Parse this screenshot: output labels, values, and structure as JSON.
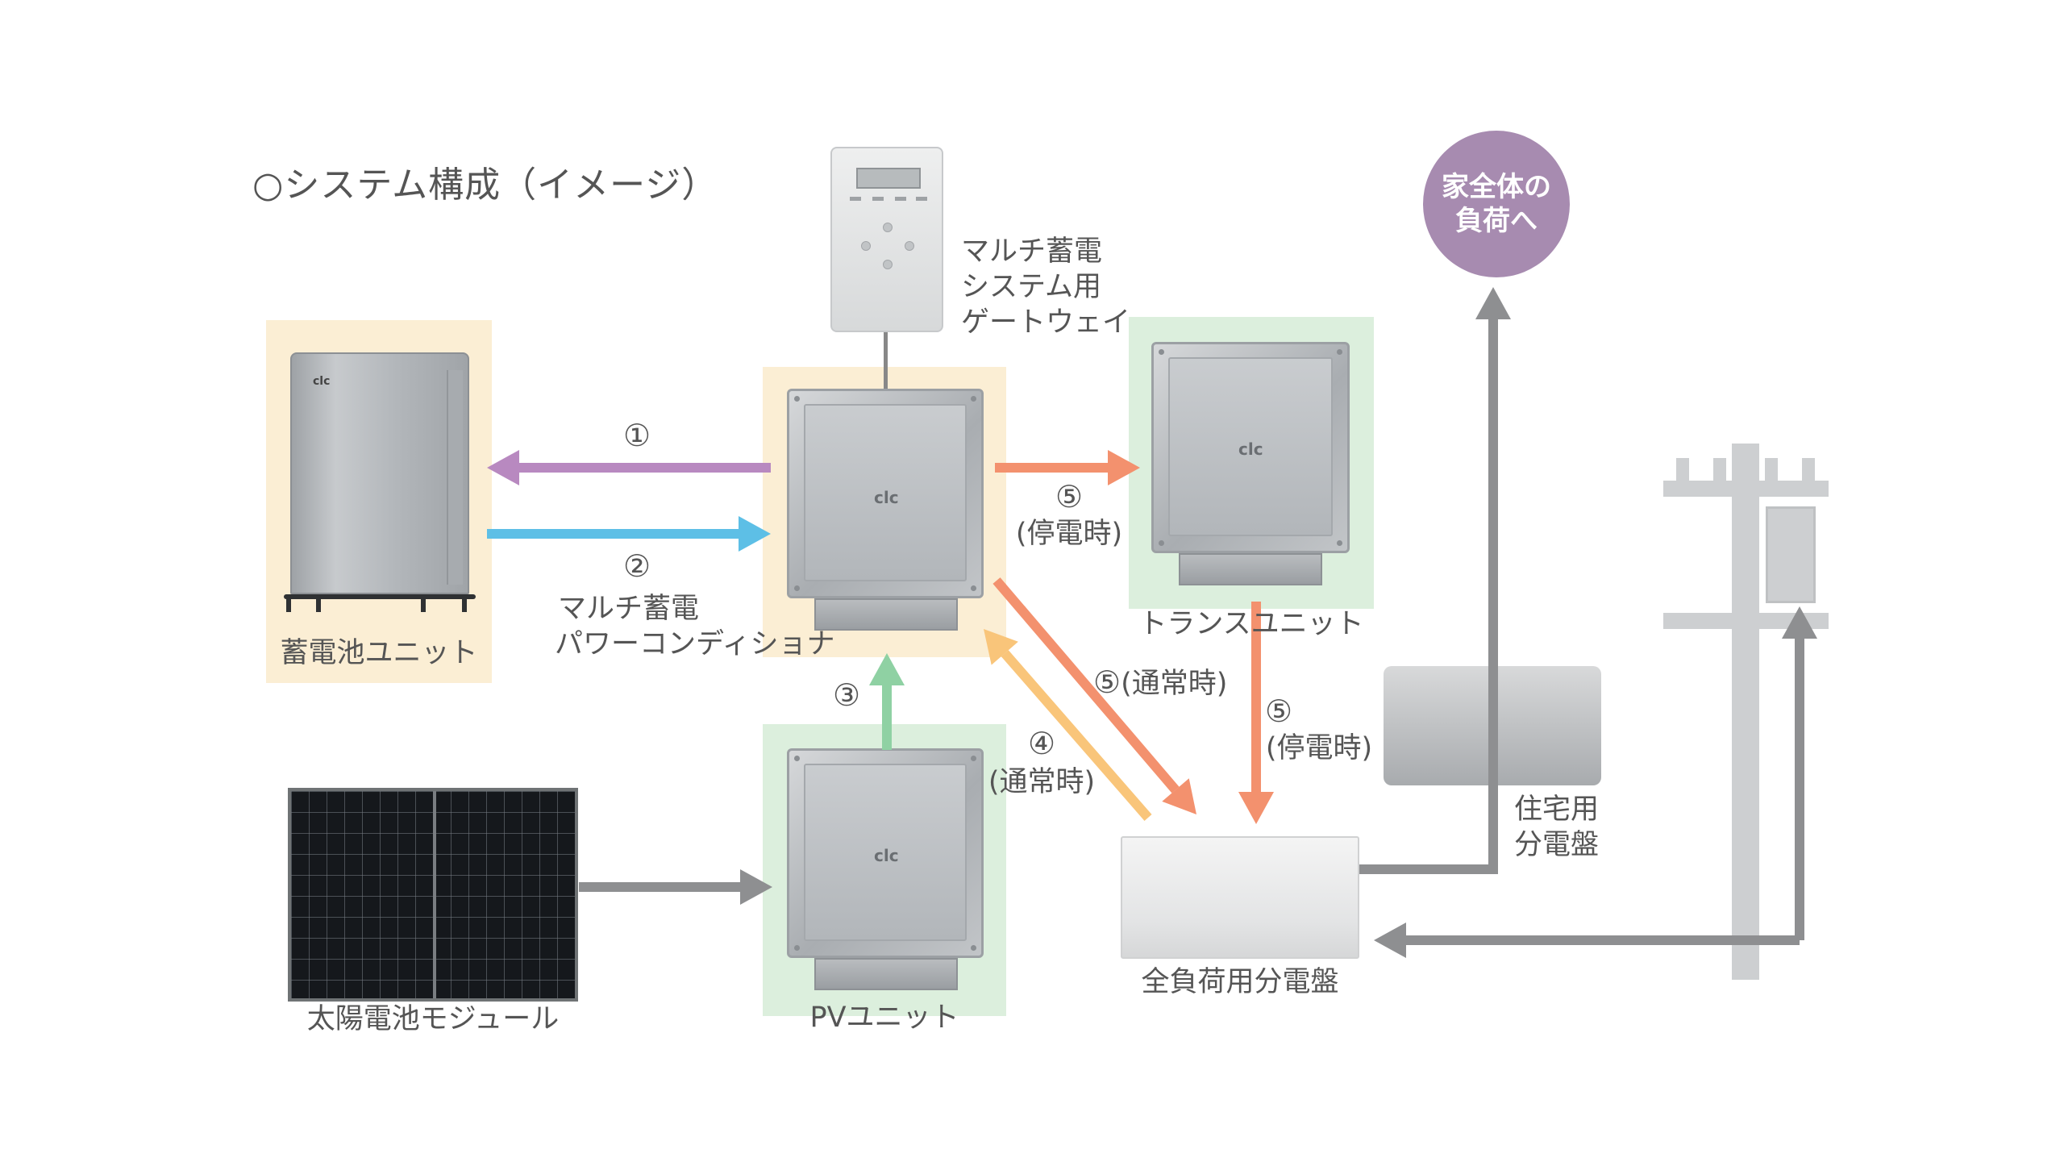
{
  "title": "○システム構成（イメージ）",
  "load_circle": [
    "家全体の",
    "負荷へ"
  ],
  "labels": {
    "battery_unit": "蓄電池ユニット",
    "power_conditioner": [
      "マルチ蓄電",
      "パワーコンディショナ"
    ],
    "gateway": [
      "マルチ蓄電",
      "システム用",
      "ゲートウェイ"
    ],
    "trans_unit": "トランスユニット",
    "pv_unit": "PVユニット",
    "solar_module": "太陽電池モジュール",
    "full_load_panel": "全負荷用分電盤",
    "residential_panel": [
      "住宅用",
      "分電盤"
    ]
  },
  "flows": {
    "f1": {
      "num": "①",
      "color": "#b889c0"
    },
    "f2": {
      "num": "②",
      "color": "#5dbfe6"
    },
    "f3": {
      "num": "③",
      "color": "#8fd1a3"
    },
    "f4": {
      "num": "④",
      "note": "(通常時)",
      "color": "#f9c57a"
    },
    "f5a": {
      "num": "⑤",
      "note": "(停電時)",
      "color": "#f3916e"
    },
    "f5b": {
      "num": "⑤",
      "note": "(通常時)",
      "color": "#f3916e"
    },
    "f5c": {
      "num": "⑤",
      "note": "(停電時)",
      "color": "#f3916e"
    },
    "grid_color": "#8e8f91"
  },
  "unit_logo": "clc",
  "colors": {
    "cream_bg": "#fbeed4",
    "green_bg": "#dcefdd",
    "load_circle": "#a78bb0",
    "pole": "#cdcfd1"
  }
}
